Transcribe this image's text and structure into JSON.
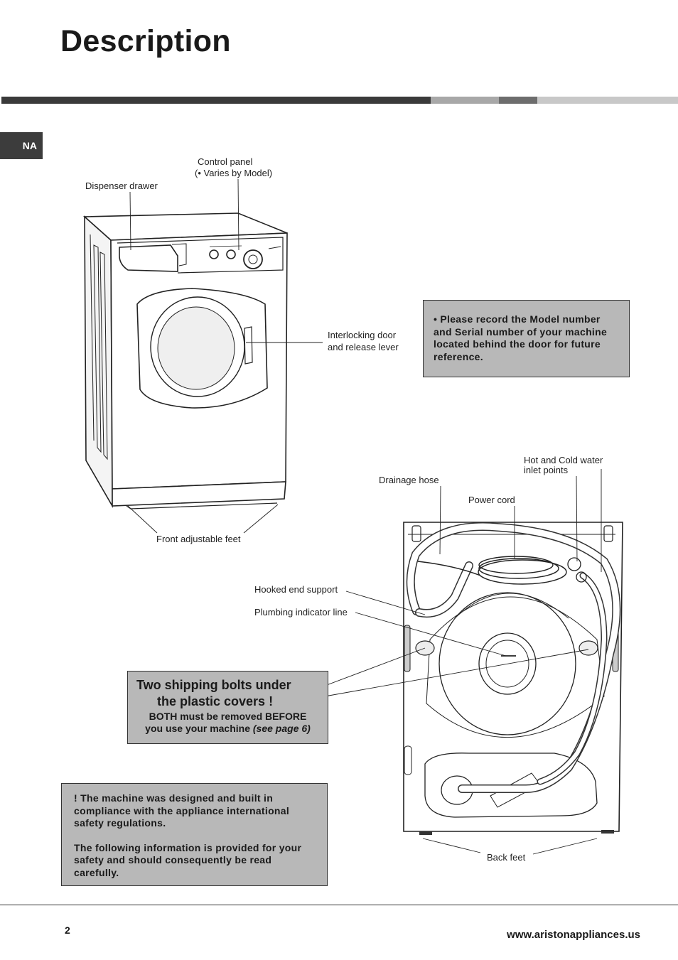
{
  "header": {
    "title": "Description",
    "region_badge": "NA"
  },
  "labels": {
    "control_panel": "Control panel",
    "control_panel_note": "(• Varies by Model)",
    "dispenser_drawer": "Dispenser drawer",
    "interlocking_door_1": "Interlocking door",
    "interlocking_door_2": "and release lever",
    "front_feet": "Front adjustable feet",
    "drainage_hose": "Drainage hose",
    "hot_cold_1": "Hot and Cold water",
    "hot_cold_2": "inlet points",
    "power_cord": "Power cord",
    "hooked_end": "Hooked end support",
    "plumbing_line": "Plumbing indicator line",
    "back_feet": "Back feet"
  },
  "model_note": "• Please record the Model number and Serial number of your machine located behind the door for future reference.",
  "bolts_note": {
    "heading_1": "Two shipping bolts under",
    "heading_2": "the plastic covers !",
    "line_1": "BOTH must be removed BEFORE",
    "line_2_prefix": "you use your machine ",
    "line_2_emph": "(see page 6)"
  },
  "safety_note": {
    "para_1": "! The machine was designed and built in compliance with the appliance international safety regulations.",
    "para_2": "The following information is provided for your safety and should consequently be read carefully."
  },
  "footer": {
    "page_number": "2",
    "website": "www.aristonappliances.us"
  },
  "colors": {
    "bar_dark": "#3a3a3a",
    "bar_mid": "#a8a8a8",
    "bar_dark2": "#6d6d6d",
    "bar_light": "#c8c8c8",
    "note_bg": "#b8b8b8"
  }
}
